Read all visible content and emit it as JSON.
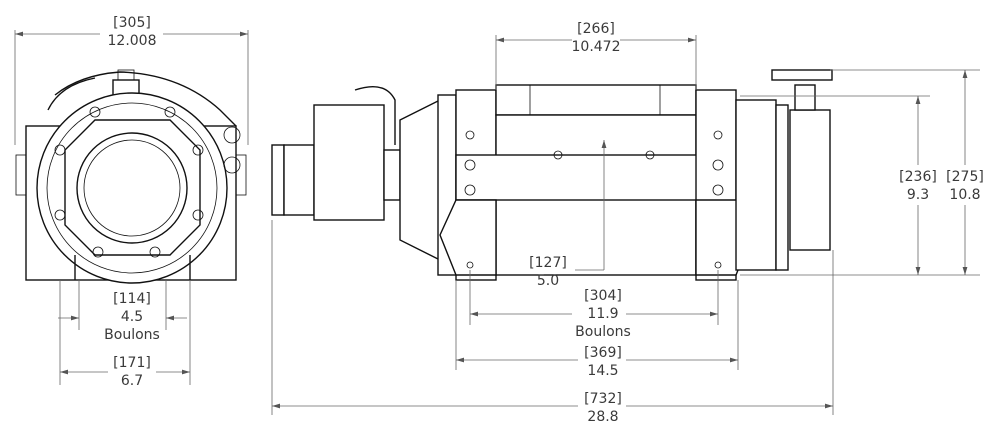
{
  "dimensions": {
    "overall_width_side": {
      "mm": "[305]",
      "in": "12.008"
    },
    "drum_length": {
      "mm": "[266]",
      "in": "10.472"
    },
    "height_bolts": {
      "mm": "[236]",
      "in": "9.3"
    },
    "overall_height": {
      "mm": "[275]",
      "in": "10.8"
    },
    "drum_center_height": {
      "mm": "[127]",
      "in": "5.0"
    },
    "bolt_spacing_side": {
      "mm": "[114]",
      "in": "4.5",
      "label": "Boulons"
    },
    "base_width_side": {
      "mm": "[171]",
      "in": "6.7"
    },
    "bolt_spacing_front": {
      "mm": "[304]",
      "in": "11.9",
      "label": "Boulons"
    },
    "base_length_front": {
      "mm": "[369]",
      "in": "14.5"
    },
    "overall_length": {
      "mm": "[732]",
      "in": "28.8"
    }
  }
}
